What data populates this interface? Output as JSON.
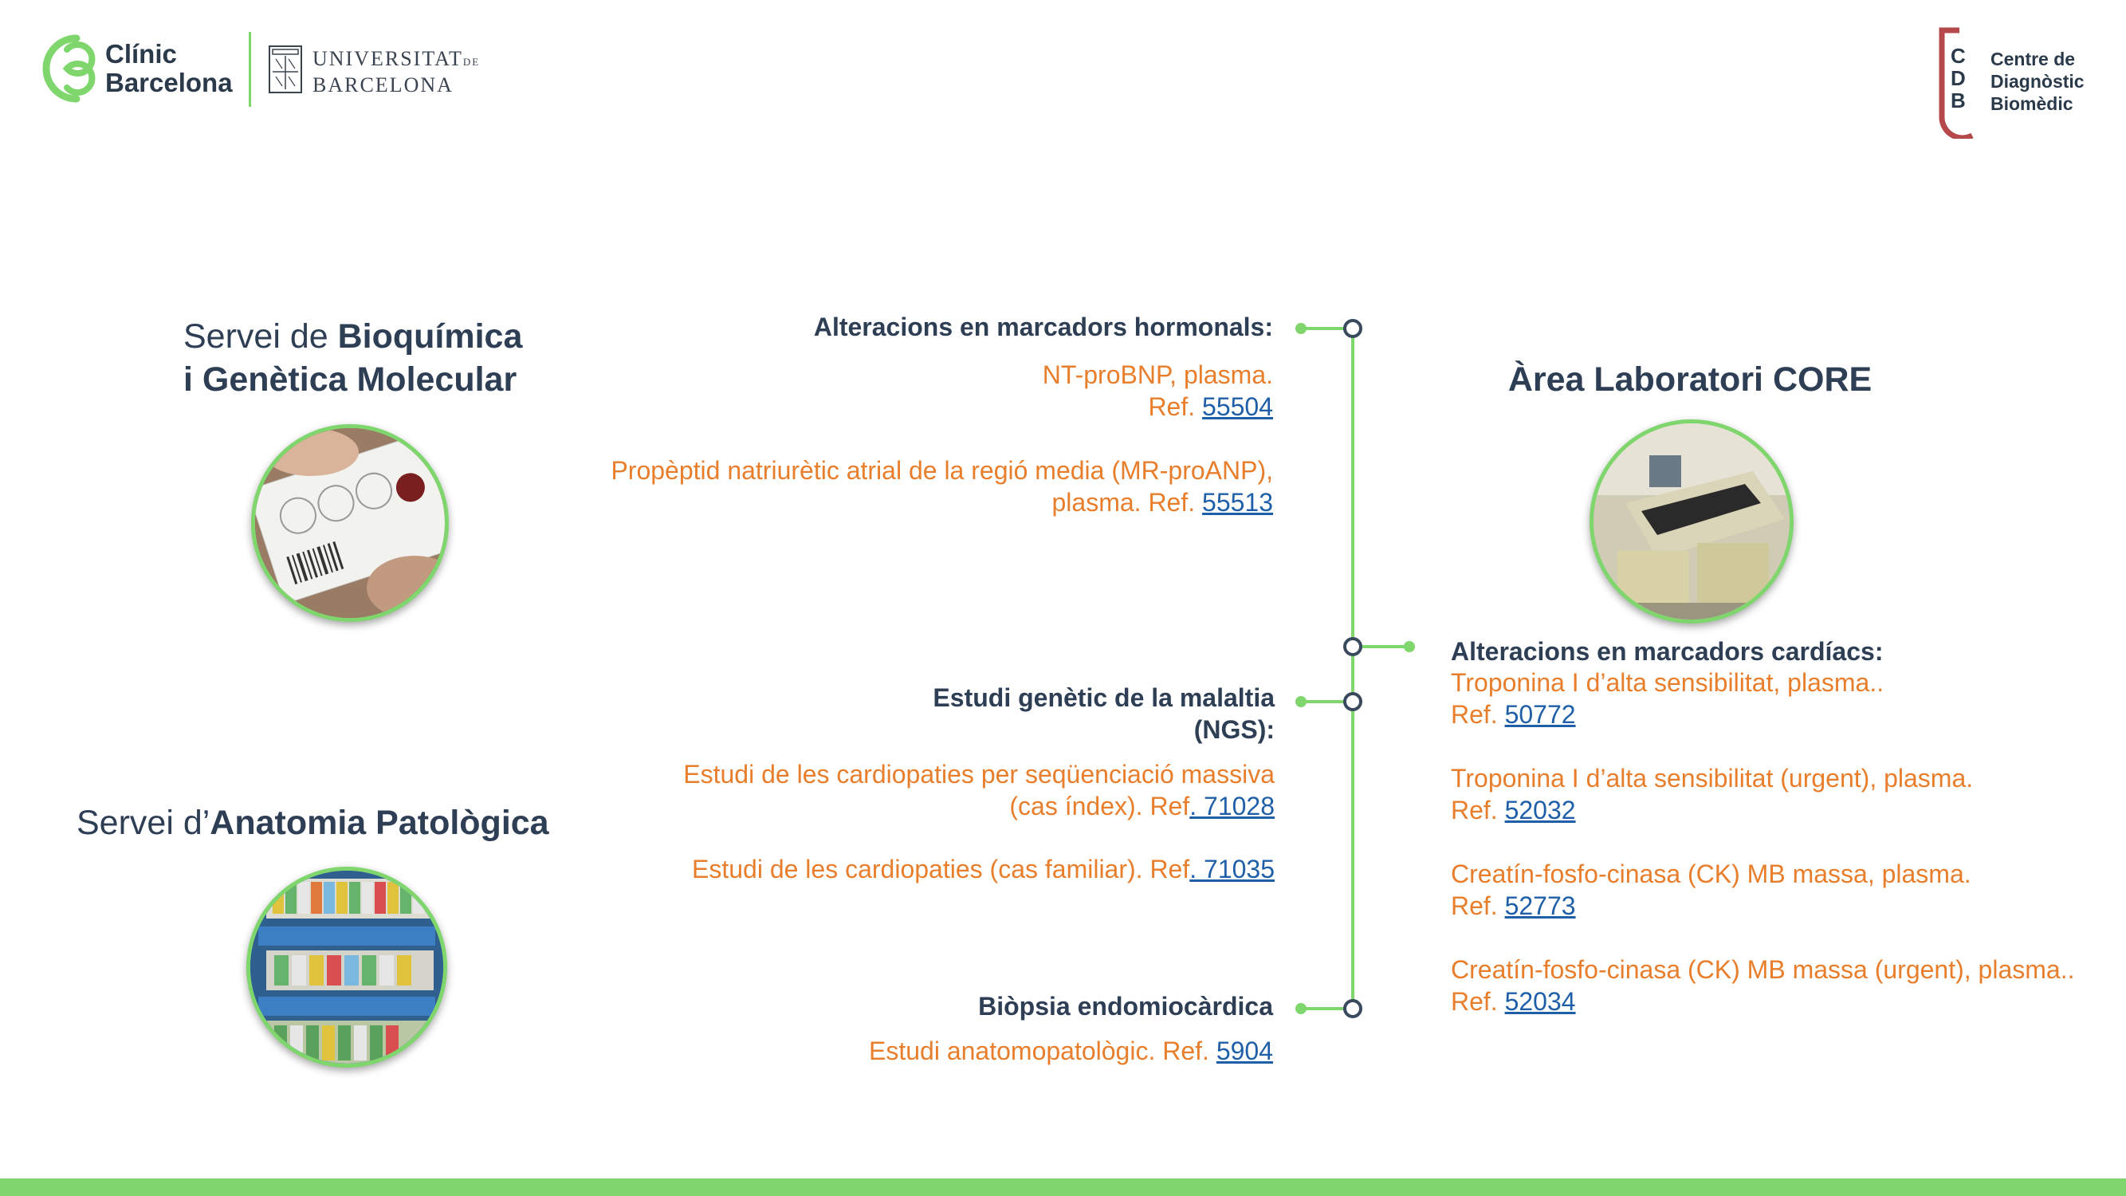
{
  "logos": {
    "clinic_line1": "Clínic",
    "clinic_line2": "Barcelona",
    "ub_line1_a": "UNIVERSITAT",
    "ub_line1_b": "DE",
    "ub_line2": "BARCELONA",
    "cdb_letters": [
      "C",
      "D",
      "B"
    ],
    "cdb_line1": "Centre de",
    "cdb_line2": "Diagnòstic",
    "cdb_line3": "Biomèdic"
  },
  "services": {
    "bio_prefix": "Servei de ",
    "bio_bold_1": "Bioquímica",
    "bio_bold_2": "i Genètica Molecular",
    "ap_prefix": "Servei d’",
    "ap_bold": "Anatomia Patològica",
    "core_title": "Àrea Laboratori CORE"
  },
  "hormonal": {
    "heading": "Alteracions en marcadors hormonals:",
    "item1_text": "NT-proBNP, plasma.",
    "item1_ref_label": "Ref. ",
    "item1_ref": "55504",
    "item2_text": "Propèptid natriurètic atrial de la regió media (MR-proANP),",
    "item2_line2": "plasma. Ref. ",
    "item2_ref": "55513"
  },
  "genetic": {
    "heading_line1": "Estudi genètic de la malaltia",
    "heading_line2": "(NGS):",
    "item1_line1": "Estudi de les cardiopaties per seqüenciació massiva",
    "item1_line2": "(cas índex). Ref",
    "item1_ref": ". 71028",
    "item2_text": "Estudi de les cardiopaties (cas familiar). Ref",
    "item2_ref": ". 71035"
  },
  "biopsy": {
    "heading": "Biòpsia endomiocàrdica",
    "item_text": "Estudi anatomopatològic. Ref. ",
    "item_ref": "5904"
  },
  "cardiac": {
    "heading": "Alteracions en marcadors cardíacs:",
    "items": [
      {
        "text": "Troponina I d’alta sensibilitat, plasma..",
        "ref_label": "Ref. ",
        "ref": "50772"
      },
      {
        "text": "Troponina I d’alta sensibilitat (urgent), plasma.",
        "ref_label": "Ref. ",
        "ref": "52032"
      },
      {
        "text": "Creatín-fosfo-cinasa (CK) MB massa, plasma.",
        "ref_label": "Ref. ",
        "ref": "52773"
      },
      {
        "text": "Creatín-fosfo-cinasa (CK) MB massa (urgent), plasma..",
        "ref_label": "Ref. ",
        "ref": "52034"
      }
    ]
  },
  "colors": {
    "accent_green": "#7ed66c",
    "navy": "#2e3f55",
    "orange": "#e87e2b",
    "link_blue": "#1f5fa8",
    "cdb_red": "#b5484a"
  }
}
